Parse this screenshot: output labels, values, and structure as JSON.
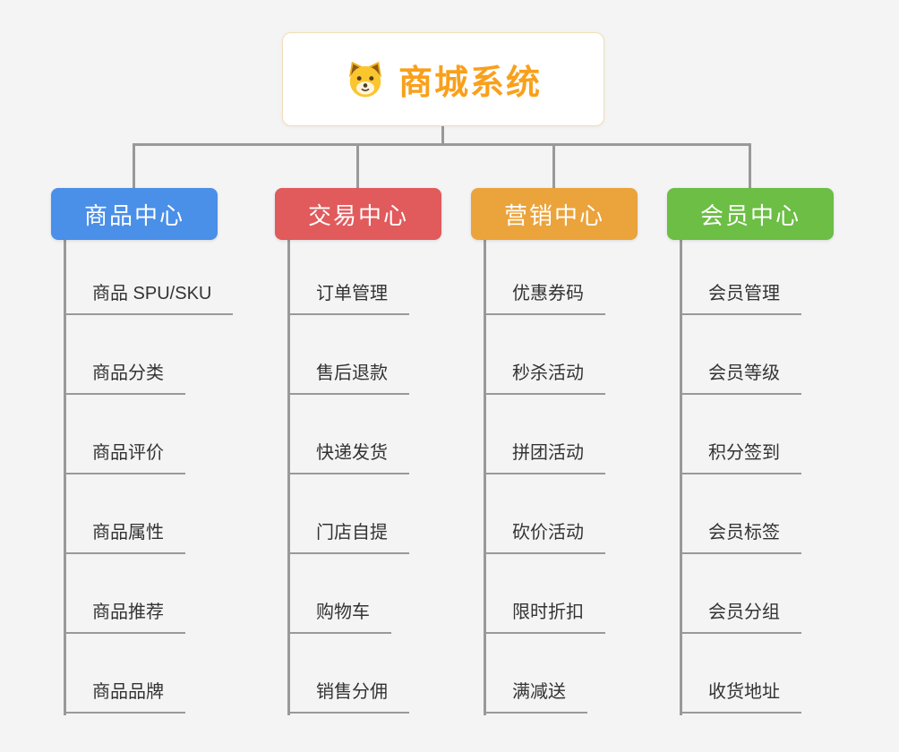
{
  "canvas": {
    "background": "#f4f4f5",
    "connector_color": "#999999"
  },
  "root": {
    "title": "商城系统",
    "title_color": "#F9A01B",
    "icon": "dog-icon"
  },
  "branches": [
    {
      "label": "商品中心",
      "color": "#4A8FE8",
      "children": [
        "商品 SPU/SKU",
        "商品分类",
        "商品评价",
        "商品属性",
        "商品推荐",
        "商品品牌"
      ]
    },
    {
      "label": "交易中心",
      "color": "#E15A5C",
      "children": [
        "订单管理",
        "售后退款",
        "快递发货",
        "门店自提",
        "购物车",
        "销售分佣"
      ]
    },
    {
      "label": "营销中心",
      "color": "#EBA33B",
      "children": [
        "优惠券码",
        "秒杀活动",
        "拼团活动",
        "砍价活动",
        "限时折扣",
        "满减送"
      ]
    },
    {
      "label": "会员中心",
      "color": "#6CBE44",
      "children": [
        "会员管理",
        "会员等级",
        "积分签到",
        "会员标签",
        "会员分组",
        "收货地址"
      ]
    }
  ]
}
